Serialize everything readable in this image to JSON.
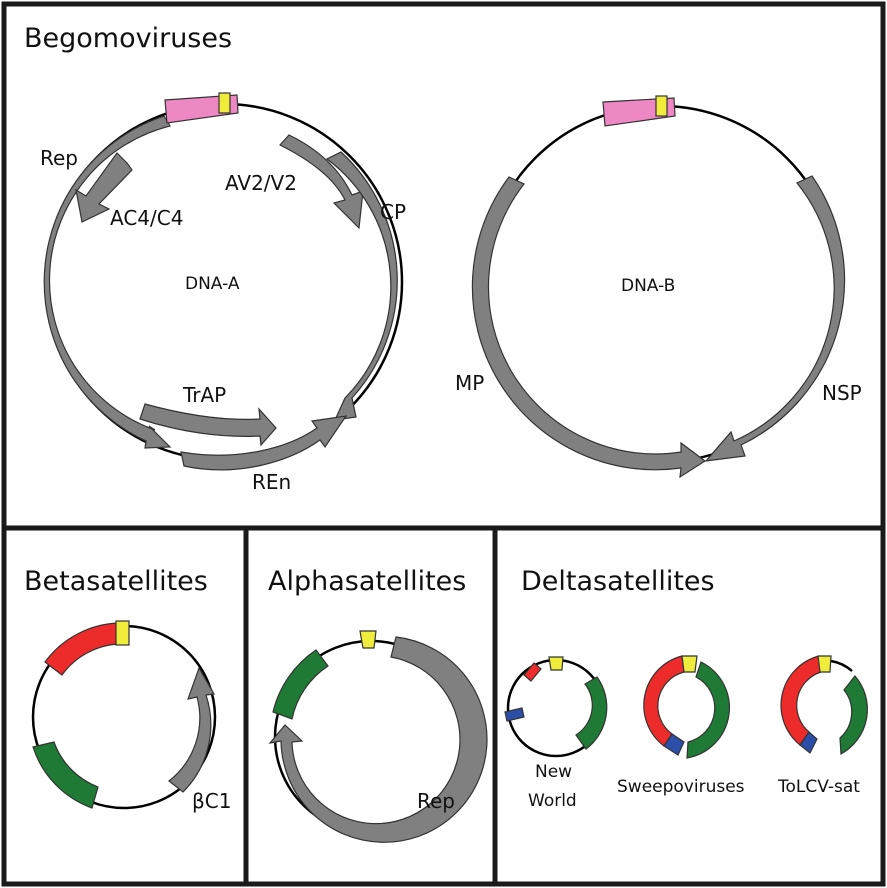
{
  "panels": {
    "begomo": {
      "title": "Begomoviruses"
    },
    "beta": {
      "title": "Betasatellites"
    },
    "alpha": {
      "title": "Alphasatellites"
    },
    "delta": {
      "title": "Deltasatellites"
    }
  },
  "dna_a": {
    "center_label": "DNA-A",
    "genes": {
      "rep": "Rep",
      "ac4": "AC4/C4",
      "av2": "AV2/V2",
      "cp": "CP",
      "trap": "TrAP",
      "ren": "REn"
    }
  },
  "dna_b": {
    "center_label": "DNA-B",
    "genes": {
      "mp": "MP",
      "nsp": "NSP"
    }
  },
  "beta_genes": {
    "bc1": "βC1"
  },
  "alpha_genes": {
    "rep": "Rep"
  },
  "delta_labels": {
    "new_world_line1": "New",
    "new_world_line2": "World",
    "sweepo": "Sweepoviruses",
    "tolcv": "ToLCV-sat"
  },
  "colors": {
    "gene_gray": "#808080",
    "origin_pink": "#ee88c4",
    "ori_yellow": "#f0ec3c",
    "red": "#ee2b2b",
    "green": "#1e7a35",
    "blue": "#2b4fa8"
  }
}
